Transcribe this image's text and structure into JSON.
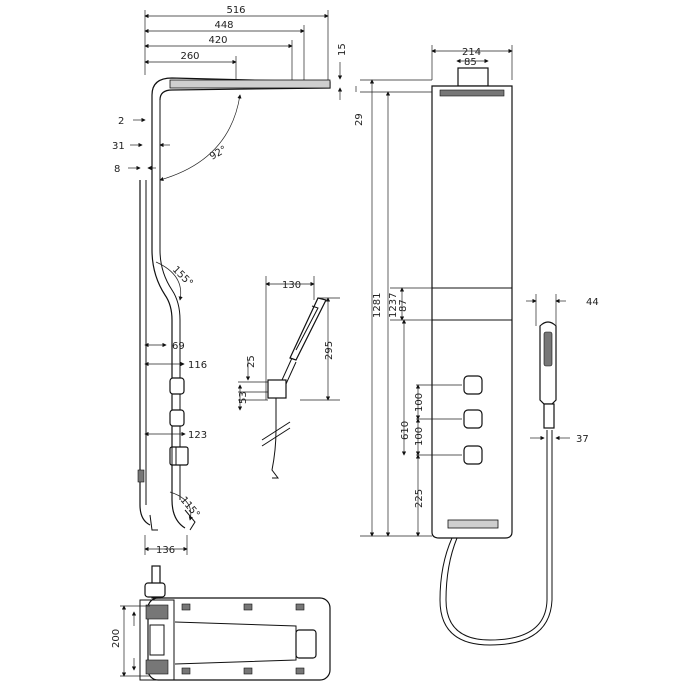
{
  "dimensions": {
    "width_516": "516",
    "width_448": "448",
    "width_420": "420",
    "width_260": "260",
    "gap_15": "15",
    "offset_2": "2",
    "offset_31": "31",
    "offset_8": "8",
    "angle_92": "92°",
    "angle_155": "155°",
    "pos_69": "69",
    "pos_116": "116",
    "pos_123": "123",
    "angle_115": "115°",
    "depth_136": "136",
    "height_29": "29",
    "height_1281": "1281",
    "height_1237": "1237",
    "height_87": "87",
    "height_610": "610",
    "height_225": "225",
    "spacing_100_a": "100",
    "spacing_100_b": "100",
    "front_214": "214",
    "front_85": "85",
    "hand_130": "130",
    "hand_295": "295",
    "hand_25": "25",
    "hand_53": "53",
    "shower_44": "44",
    "shower_37": "37",
    "plan_200": "200"
  }
}
